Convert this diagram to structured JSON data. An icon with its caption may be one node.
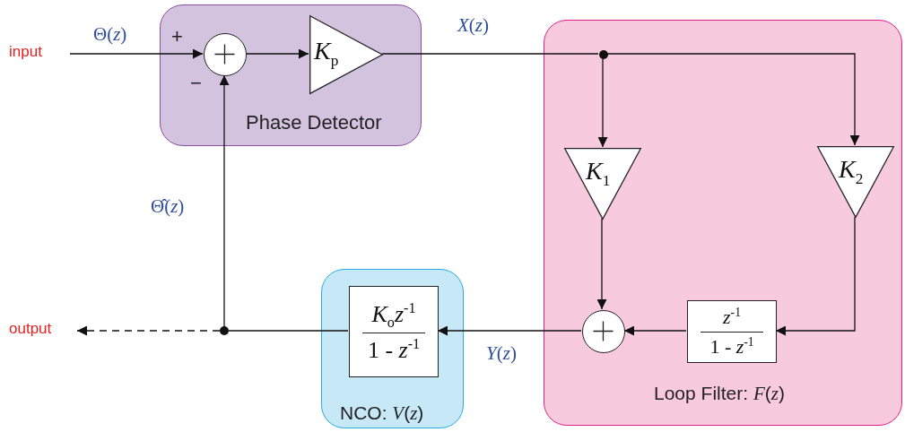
{
  "diagram": {
    "nodes": [
      {
        "text": [
          "Phase Detector"
        ]
      },
      {
        "text": [],
        "shape": "circle",
        "in": 0
      },
      {
        "text": [
          "K$_{p}$"
        ],
        "in": 0
      },
      {
        "text": [
          "Loop Filter: *F*(*z*)"
        ]
      },
      {
        "text": [],
        "shape": "dot",
        "in": 3
      },
      {
        "text": [
          "K$_{1}$"
        ],
        "in": 3
      },
      {
        "text": [
          "K$_{2}$"
        ],
        "in": 3
      },
      {
        "text": [],
        "shape": "circle",
        "in": 3
      },
      {
        "text": [
          "*z*$^{-1}$",
          "1 - *z*$^{-1}$"
        ],
        "in": 3
      },
      {
        "text": [
          "NCO: *V*(*z*)"
        ]
      },
      {
        "text": [
          "*K*$_{o}$*z*$^{-1}$",
          "1 - *z*$^{-1}$"
        ],
        "in": 9
      },
      {
        "text": [],
        "shape": "dot"
      },
      {
        "text": [
          "input"
        ]
      },
      {
        "text": [
          "output"
        ]
      }
    ],
    "edges": [
      {
        "from": 12,
        "to": 1,
        "arrow": "to",
        "label": "Θ(*z*)"
      },
      {
        "from": 1,
        "to": 2,
        "arrow": "to"
      },
      {
        "from": 2,
        "to": 4,
        "arrow": "none",
        "label": "*X*(*z*)"
      },
      {
        "from": 4,
        "to": 5,
        "arrow": "to"
      },
      {
        "from": 4,
        "to": 6,
        "arrow": "to"
      },
      {
        "from": 5,
        "to": 7,
        "arrow": "to"
      },
      {
        "from": 6,
        "to": 8,
        "arrow": "to"
      },
      {
        "from": 8,
        "to": 7,
        "arrow": "to"
      },
      {
        "from": 7,
        "to": 10,
        "arrow": "to",
        "label": "*Y*(*z*)"
      },
      {
        "from": 10,
        "to": 11,
        "arrow": "none"
      },
      {
        "from": 11,
        "to": 1,
        "arrow": "to",
        "label": "Θ̂(*z*)"
      },
      {
        "from": 11,
        "to": 13,
        "arrow": "to",
        "style": "dashed"
      }
    ],
    "labels": [
      "+",
      "−"
    ]
  }
}
